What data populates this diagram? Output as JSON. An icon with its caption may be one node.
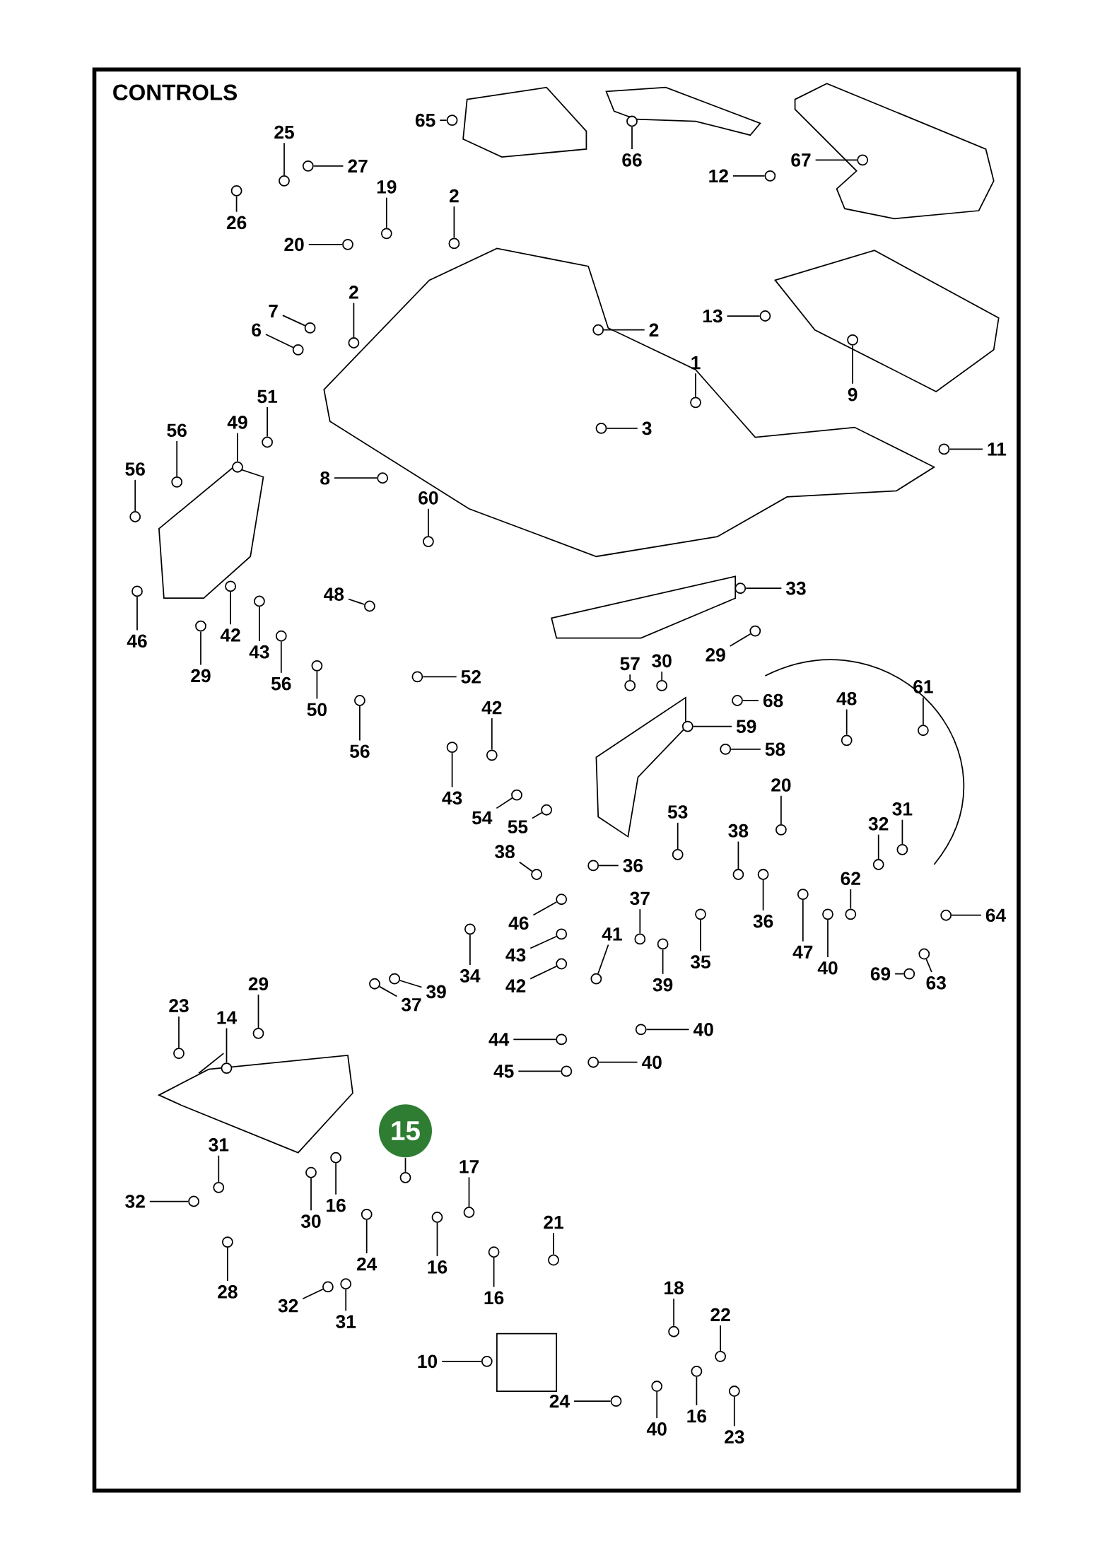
{
  "diagram": {
    "title": "CONTROLS",
    "nodes": [
      {
        "text": [
          "65"
        ]
      },
      {
        "text": [
          "66"
        ]
      },
      {
        "text": [
          "67"
        ]
      },
      {
        "text": [
          "25"
        ]
      },
      {
        "text": [
          "27"
        ]
      },
      {
        "text": [
          "26"
        ]
      },
      {
        "text": [
          "19"
        ]
      },
      {
        "text": [
          "20"
        ]
      },
      {
        "text": [
          "2"
        ]
      },
      {
        "text": [
          "12"
        ]
      },
      {
        "text": [
          "13"
        ]
      },
      {
        "text": [
          "7"
        ]
      },
      {
        "text": [
          "6"
        ]
      },
      {
        "text": [
          "2"
        ]
      },
      {
        "text": [
          "2"
        ]
      },
      {
        "text": [
          "1"
        ]
      },
      {
        "text": [
          "9"
        ]
      },
      {
        "text": [
          "3"
        ]
      },
      {
        "text": [
          "11"
        ]
      },
      {
        "text": [
          "56"
        ]
      },
      {
        "text": [
          "49"
        ]
      },
      {
        "text": [
          "51"
        ]
      },
      {
        "text": [
          "56"
        ]
      },
      {
        "text": [
          "8"
        ]
      },
      {
        "text": [
          "60"
        ]
      },
      {
        "text": [
          "33"
        ]
      },
      {
        "text": [
          "48"
        ]
      },
      {
        "text": [
          "46"
        ]
      },
      {
        "text": [
          "42"
        ]
      },
      {
        "text": [
          "43"
        ]
      },
      {
        "text": [
          "29"
        ]
      },
      {
        "text": [
          "56"
        ]
      },
      {
        "text": [
          "50"
        ]
      },
      {
        "text": [
          "29"
        ]
      },
      {
        "text": [
          "57"
        ]
      },
      {
        "text": [
          "30"
        ]
      },
      {
        "text": [
          "52"
        ]
      },
      {
        "text": [
          "61"
        ]
      },
      {
        "text": [
          "48"
        ]
      },
      {
        "text": [
          "68"
        ]
      },
      {
        "text": [
          "42"
        ]
      },
      {
        "text": [
          "59"
        ]
      },
      {
        "text": [
          "58"
        ]
      },
      {
        "text": [
          "56"
        ]
      },
      {
        "text": [
          "43"
        ]
      },
      {
        "text": [
          "20"
        ]
      },
      {
        "text": [
          "32"
        ]
      },
      {
        "text": [
          "31"
        ]
      },
      {
        "text": [
          "53"
        ]
      },
      {
        "text": [
          "54"
        ]
      },
      {
        "text": [
          "55"
        ]
      },
      {
        "text": [
          "38"
        ]
      },
      {
        "text": [
          "38"
        ]
      },
      {
        "text": [
          "36"
        ]
      },
      {
        "text": [
          "62"
        ]
      },
      {
        "text": [
          "37"
        ]
      },
      {
        "text": [
          "64"
        ]
      },
      {
        "text": [
          "36"
        ]
      },
      {
        "text": [
          "46"
        ]
      },
      {
        "text": [
          "41"
        ]
      },
      {
        "text": [
          "35"
        ]
      },
      {
        "text": [
          "47"
        ]
      },
      {
        "text": [
          "43"
        ]
      },
      {
        "text": [
          "34"
        ]
      },
      {
        "text": [
          "40"
        ]
      },
      {
        "text": [
          "69"
        ]
      },
      {
        "text": [
          "63"
        ]
      },
      {
        "text": [
          "29"
        ]
      },
      {
        "text": [
          "39"
        ]
      },
      {
        "text": [
          "39"
        ]
      },
      {
        "text": [
          "42"
        ]
      },
      {
        "text": [
          "23"
        ]
      },
      {
        "text": [
          "37"
        ]
      },
      {
        "text": [
          "14"
        ]
      },
      {
        "text": [
          "40"
        ]
      },
      {
        "text": [
          "44"
        ]
      },
      {
        "text": [
          "40"
        ]
      },
      {
        "text": [
          "45"
        ]
      },
      {
        "text": [
          "15"
        ]
      },
      {
        "text": [
          "31"
        ]
      },
      {
        "text": [
          "17"
        ]
      },
      {
        "text": [
          "32"
        ]
      },
      {
        "text": [
          "16"
        ]
      },
      {
        "text": [
          "30"
        ]
      },
      {
        "text": [
          "21"
        ]
      },
      {
        "text": [
          "24"
        ]
      },
      {
        "text": [
          "16"
        ]
      },
      {
        "text": [
          "18"
        ]
      },
      {
        "text": [
          "28"
        ]
      },
      {
        "text": [
          "16"
        ]
      },
      {
        "text": [
          "32"
        ]
      },
      {
        "text": [
          "22"
        ]
      },
      {
        "text": [
          "31"
        ]
      },
      {
        "text": [
          "10"
        ]
      },
      {
        "text": [
          "24"
        ]
      },
      {
        "text": [
          "16"
        ]
      },
      {
        "text": [
          "40"
        ]
      },
      {
        "text": [
          "23"
        ]
      },
      {
        "text": [],
        "shape": "circle"
      },
      {
        "text": [],
        "shape": "circle"
      },
      {
        "text": [],
        "shape": "circle"
      },
      {
        "text": [],
        "shape": "circle"
      },
      {
        "text": [],
        "shape": "circle"
      },
      {
        "text": [],
        "shape": "circle"
      },
      {
        "text": [],
        "shape": "circle"
      },
      {
        "text": [],
        "shape": "circle"
      },
      {
        "text": [],
        "shape": "circle"
      },
      {
        "text": [],
        "shape": "circle"
      },
      {
        "text": [],
        "shape": "circle"
      },
      {
        "text": [],
        "shape": "circle"
      },
      {
        "text": [],
        "shape": "circle"
      },
      {
        "text": [],
        "shape": "circle"
      },
      {
        "text": [],
        "shape": "circle"
      },
      {
        "text": [],
        "shape": "circle"
      },
      {
        "text": [],
        "shape": "circle"
      },
      {
        "text": [],
        "shape": "circle"
      },
      {
        "text": [],
        "shape": "circle"
      },
      {
        "text": [],
        "shape": "circle"
      },
      {
        "text": [],
        "shape": "circle"
      },
      {
        "text": [],
        "shape": "circle"
      },
      {
        "text": [],
        "shape": "circle"
      },
      {
        "text": [],
        "shape": "circle"
      },
      {
        "text": [],
        "shape": "circle"
      },
      {
        "text": [],
        "shape": "circle"
      },
      {
        "text": [],
        "shape": "circle"
      },
      {
        "text": [],
        "shape": "circle"
      },
      {
        "text": [],
        "shape": "circle"
      },
      {
        "text": [],
        "shape": "circle"
      },
      {
        "text": [],
        "shape": "circle"
      },
      {
        "text": [],
        "shape": "circle"
      },
      {
        "text": [],
        "shape": "circle"
      },
      {
        "text": [],
        "shape": "circle"
      },
      {
        "text": [],
        "shape": "circle"
      },
      {
        "text": [],
        "shape": "circle"
      },
      {
        "text": [],
        "shape": "circle"
      },
      {
        "text": [],
        "shape": "circle"
      },
      {
        "text": [],
        "shape": "circle"
      },
      {
        "text": [],
        "shape": "circle"
      },
      {
        "text": [],
        "shape": "circle"
      },
      {
        "text": [],
        "shape": "circle"
      },
      {
        "text": [],
        "shape": "circle"
      },
      {
        "text": [],
        "shape": "circle"
      },
      {
        "text": [],
        "shape": "circle"
      },
      {
        "text": [],
        "shape": "circle"
      },
      {
        "text": [],
        "shape": "circle"
      },
      {
        "text": [],
        "shape": "circle"
      },
      {
        "text": [],
        "shape": "circle"
      },
      {
        "text": [],
        "shape": "circle"
      },
      {
        "text": [],
        "shape": "circle"
      },
      {
        "text": [],
        "shape": "circle"
      },
      {
        "text": [],
        "shape": "circle"
      },
      {
        "text": [],
        "shape": "circle"
      },
      {
        "text": [],
        "shape": "circle"
      },
      {
        "text": [],
        "shape": "circle"
      },
      {
        "text": [],
        "shape": "circle"
      },
      {
        "text": [],
        "shape": "circle"
      },
      {
        "text": [],
        "shape": "circle"
      },
      {
        "text": [],
        "shape": "circle"
      },
      {
        "text": [],
        "shape": "circle"
      },
      {
        "text": [],
        "shape": "circle"
      },
      {
        "text": [],
        "shape": "circle"
      },
      {
        "text": [],
        "shape": "circle"
      },
      {
        "text": [],
        "shape": "circle"
      },
      {
        "text": [],
        "shape": "circle"
      },
      {
        "text": [],
        "shape": "circle"
      },
      {
        "text": [],
        "shape": "circle"
      },
      {
        "text": [],
        "shape": "circle"
      },
      {
        "text": [],
        "shape": "circle"
      },
      {
        "text": [],
        "shape": "circle"
      },
      {
        "text": [],
        "shape": "circle"
      },
      {
        "text": [],
        "shape": "circle"
      },
      {
        "text": [],
        "shape": "circle"
      },
      {
        "text": [],
        "shape": "circle"
      },
      {
        "text": [],
        "shape": "circle"
      },
      {
        "text": [],
        "shape": "circle"
      },
      {
        "text": [],
        "shape": "circle"
      },
      {
        "text": [],
        "shape": "circle"
      },
      {
        "text": [],
        "shape": "circle"
      },
      {
        "text": [],
        "shape": "circle"
      },
      {
        "text": [],
        "shape": "circle"
      },
      {
        "text": [],
        "shape": "circle"
      },
      {
        "text": [],
        "shape": "circle"
      },
      {
        "text": [],
        "shape": "circle"
      },
      {
        "text": [],
        "shape": "circle"
      },
      {
        "text": [],
        "shape": "circle"
      },
      {
        "text": [],
        "shape": "circle"
      },
      {
        "text": [],
        "shape": "circle"
      },
      {
        "text": [],
        "shape": "circle"
      },
      {
        "text": [],
        "shape": "circle"
      },
      {
        "text": [],
        "shape": "circle"
      },
      {
        "text": [],
        "shape": "circle"
      },
      {
        "text": [],
        "shape": "circle"
      },
      {
        "text": [],
        "shape": "circle"
      },
      {
        "text": [],
        "shape": "circle"
      },
      {
        "text": [],
        "shape": "circle"
      },
      {
        "text": [],
        "shape": "circle"
      }
    ],
    "edges": [
      {
        "from": 0,
        "to": 98,
        "arrow": "none"
      },
      {
        "from": 1,
        "to": 99,
        "arrow": "none"
      },
      {
        "from": 2,
        "to": 100,
        "arrow": "none"
      },
      {
        "from": 3,
        "to": 101,
        "arrow": "none"
      },
      {
        "from": 4,
        "to": 102,
        "arrow": "none"
      },
      {
        "from": 5,
        "to": 103,
        "arrow": "none"
      },
      {
        "from": 6,
        "to": 104,
        "arrow": "none"
      },
      {
        "from": 7,
        "to": 105,
        "arrow": "none"
      },
      {
        "from": 8,
        "to": 106,
        "arrow": "none"
      },
      {
        "from": 9,
        "to": 107,
        "arrow": "none"
      },
      {
        "from": 10,
        "to": 108,
        "arrow": "none"
      },
      {
        "from": 11,
        "to": 109,
        "arrow": "none"
      },
      {
        "from": 12,
        "to": 110,
        "arrow": "none"
      },
      {
        "from": 13,
        "to": 111,
        "arrow": "none"
      },
      {
        "from": 14,
        "to": 112,
        "arrow": "none"
      },
      {
        "from": 15,
        "to": 113,
        "arrow": "none"
      },
      {
        "from": 16,
        "to": 114,
        "arrow": "none"
      },
      {
        "from": 17,
        "to": 115,
        "arrow": "none"
      },
      {
        "from": 18,
        "to": 116,
        "arrow": "none"
      },
      {
        "from": 19,
        "to": 117,
        "arrow": "none"
      },
      {
        "from": 20,
        "to": 118,
        "arrow": "none"
      },
      {
        "from": 21,
        "to": 119,
        "arrow": "none"
      },
      {
        "from": 22,
        "to": 120,
        "arrow": "none"
      },
      {
        "from": 23,
        "to": 121,
        "arrow": "none"
      },
      {
        "from": 24,
        "to": 122,
        "arrow": "none"
      },
      {
        "from": 25,
        "to": 123,
        "arrow": "none"
      },
      {
        "from": 26,
        "to": 124,
        "arrow": "none"
      },
      {
        "from": 27,
        "to": 125,
        "arrow": "none"
      },
      {
        "from": 28,
        "to": 126,
        "arrow": "none"
      },
      {
        "from": 29,
        "to": 127,
        "arrow": "none"
      },
      {
        "from": 30,
        "to": 128,
        "arrow": "none"
      },
      {
        "from": 31,
        "to": 129,
        "arrow": "none"
      },
      {
        "from": 32,
        "to": 130,
        "arrow": "none"
      },
      {
        "from": 33,
        "to": 131,
        "arrow": "none"
      },
      {
        "from": 34,
        "to": 132,
        "arrow": "none"
      },
      {
        "from": 35,
        "to": 133,
        "arrow": "none"
      },
      {
        "from": 36,
        "to": 134,
        "arrow": "none"
      },
      {
        "from": 37,
        "to": 135,
        "arrow": "none"
      },
      {
        "from": 38,
        "to": 136,
        "arrow": "none"
      },
      {
        "from": 39,
        "to": 137,
        "arrow": "none"
      },
      {
        "from": 40,
        "to": 138,
        "arrow": "none"
      },
      {
        "from": 41,
        "to": 139,
        "arrow": "none"
      },
      {
        "from": 42,
        "to": 140,
        "arrow": "none"
      },
      {
        "from": 43,
        "to": 141,
        "arrow": "none"
      },
      {
        "from": 44,
        "to": 142,
        "arrow": "none"
      },
      {
        "from": 45,
        "to": 143,
        "arrow": "none"
      },
      {
        "from": 46,
        "to": 144,
        "arrow": "none"
      },
      {
        "from": 47,
        "to": 145,
        "arrow": "none"
      },
      {
        "from": 48,
        "to": 146,
        "arrow": "none"
      },
      {
        "from": 49,
        "to": 147,
        "arrow": "none"
      },
      {
        "from": 50,
        "to": 148,
        "arrow": "none"
      },
      {
        "from": 51,
        "to": 149,
        "arrow": "none"
      },
      {
        "from": 52,
        "to": 150,
        "arrow": "none"
      },
      {
        "from": 53,
        "to": 151,
        "arrow": "none"
      },
      {
        "from": 54,
        "to": 152,
        "arrow": "none"
      },
      {
        "from": 55,
        "to": 153,
        "arrow": "none"
      },
      {
        "from": 56,
        "to": 154,
        "arrow": "none"
      },
      {
        "from": 57,
        "to": 155,
        "arrow": "none"
      },
      {
        "from": 58,
        "to": 156,
        "arrow": "none"
      },
      {
        "from": 59,
        "to": 157,
        "arrow": "none"
      },
      {
        "from": 60,
        "to": 158,
        "arrow": "none"
      },
      {
        "from": 61,
        "to": 159,
        "arrow": "none"
      },
      {
        "from": 62,
        "to": 160,
        "arrow": "none"
      },
      {
        "from": 63,
        "to": 161,
        "arrow": "none"
      },
      {
        "from": 64,
        "to": 162,
        "arrow": "none"
      },
      {
        "from": 65,
        "to": 163,
        "arrow": "none"
      },
      {
        "from": 66,
        "to": 164,
        "arrow": "none"
      },
      {
        "from": 67,
        "to": 165,
        "arrow": "none"
      },
      {
        "from": 68,
        "to": 166,
        "arrow": "none"
      },
      {
        "from": 69,
        "to": 167,
        "arrow": "none"
      },
      {
        "from": 70,
        "to": 168,
        "arrow": "none"
      },
      {
        "from": 71,
        "to": 169,
        "arrow": "none"
      },
      {
        "from": 72,
        "to": 170,
        "arrow": "none"
      },
      {
        "from": 73,
        "to": 171,
        "arrow": "none"
      },
      {
        "from": 74,
        "to": 172,
        "arrow": "none"
      },
      {
        "from": 75,
        "to": 173,
        "arrow": "none"
      },
      {
        "from": 76,
        "to": 174,
        "arrow": "none"
      },
      {
        "from": 77,
        "to": 175,
        "arrow": "none"
      },
      {
        "from": 78,
        "to": 176,
        "arrow": "none"
      },
      {
        "from": 79,
        "to": 177,
        "arrow": "none"
      },
      {
        "from": 80,
        "to": 178,
        "arrow": "none"
      },
      {
        "from": 81,
        "to": 179,
        "arrow": "none"
      },
      {
        "from": 82,
        "to": 180,
        "arrow": "none"
      },
      {
        "from": 83,
        "to": 181,
        "arrow": "none"
      },
      {
        "from": 84,
        "to": 182,
        "arrow": "none"
      },
      {
        "from": 85,
        "to": 183,
        "arrow": "none"
      },
      {
        "from": 86,
        "to": 184,
        "arrow": "none"
      },
      {
        "from": 87,
        "to": 185,
        "arrow": "none"
      },
      {
        "from": 88,
        "to": 186,
        "arrow": "none"
      },
      {
        "from": 89,
        "to": 187,
        "arrow": "none"
      },
      {
        "from": 90,
        "to": 188,
        "arrow": "none"
      },
      {
        "from": 91,
        "to": 189,
        "arrow": "none"
      },
      {
        "from": 92,
        "to": 190,
        "arrow": "none"
      },
      {
        "from": 93,
        "to": 191,
        "arrow": "none"
      },
      {
        "from": 94,
        "to": 192,
        "arrow": "none"
      },
      {
        "from": 95,
        "to": 193,
        "arrow": "none"
      },
      {
        "from": 96,
        "to": 194,
        "arrow": "none"
      },
      {
        "from": 97,
        "to": 195,
        "arrow": "none"
      }
    ]
  }
}
